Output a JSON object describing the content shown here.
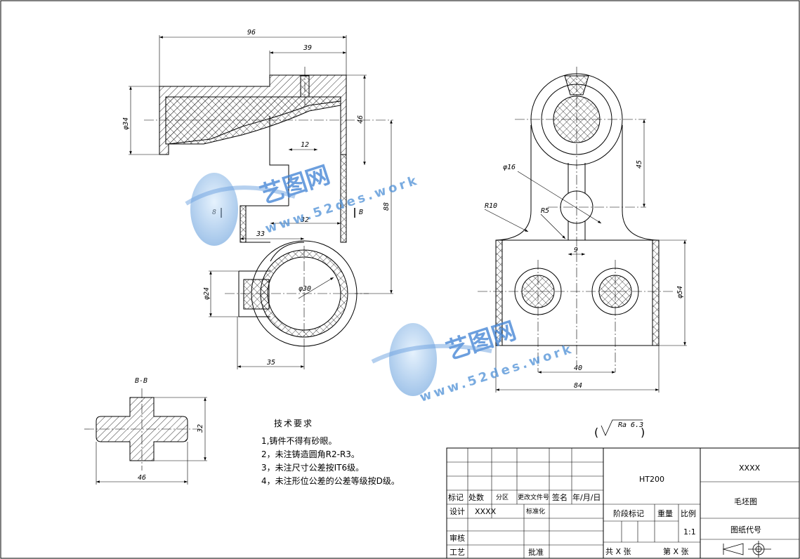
{
  "dimensions": {
    "d96": "96",
    "d39": "39",
    "d34": "φ34",
    "d46": "46",
    "d12": "12",
    "d88": "88",
    "d33": "33",
    "d32": "32",
    "d8a": "8",
    "d8b": "B",
    "d30": "φ30",
    "d24": "φ24",
    "d35": "35",
    "d16": "φ16",
    "r10": "R10",
    "r5": "R5",
    "d45": "45",
    "d9": "9",
    "d54": "φ54",
    "d40": "40",
    "d84": "84",
    "d46b": "46",
    "d32b": "32"
  },
  "section_label": "B-B",
  "roughness": "Ra 6.3",
  "tech_notes": {
    "title": "技术要求",
    "items": [
      "1,铸件不得有砂眼。",
      "2，未注铸造圆角R2-R3。",
      "3，未注尺寸公差按IT6级。",
      "4，未注形位公差的公差等级按D级。"
    ]
  },
  "title_block": {
    "material": "HT200",
    "name_code": "XXXX",
    "drawing_name": "毛坯图",
    "drawing_code": "图纸代号",
    "row_labels": {
      "mark": "标记",
      "count": "处数",
      "zone": "分区",
      "change_doc": "更改文件号",
      "sign": "签名",
      "date": "年/月/日"
    },
    "design": "设计",
    "designer": "XXXX",
    "standardize": "标准化",
    "stage_mark": "阶段标记",
    "weight": "重量",
    "scale": "比例",
    "scale_value": "1:1",
    "review": "审核",
    "process": "工艺",
    "approve": "批准",
    "sheets_total": "共 X 张",
    "sheet_no": "第 X 张"
  },
  "watermark": {
    "brand": "艺图网",
    "url": "www.52des.work"
  }
}
